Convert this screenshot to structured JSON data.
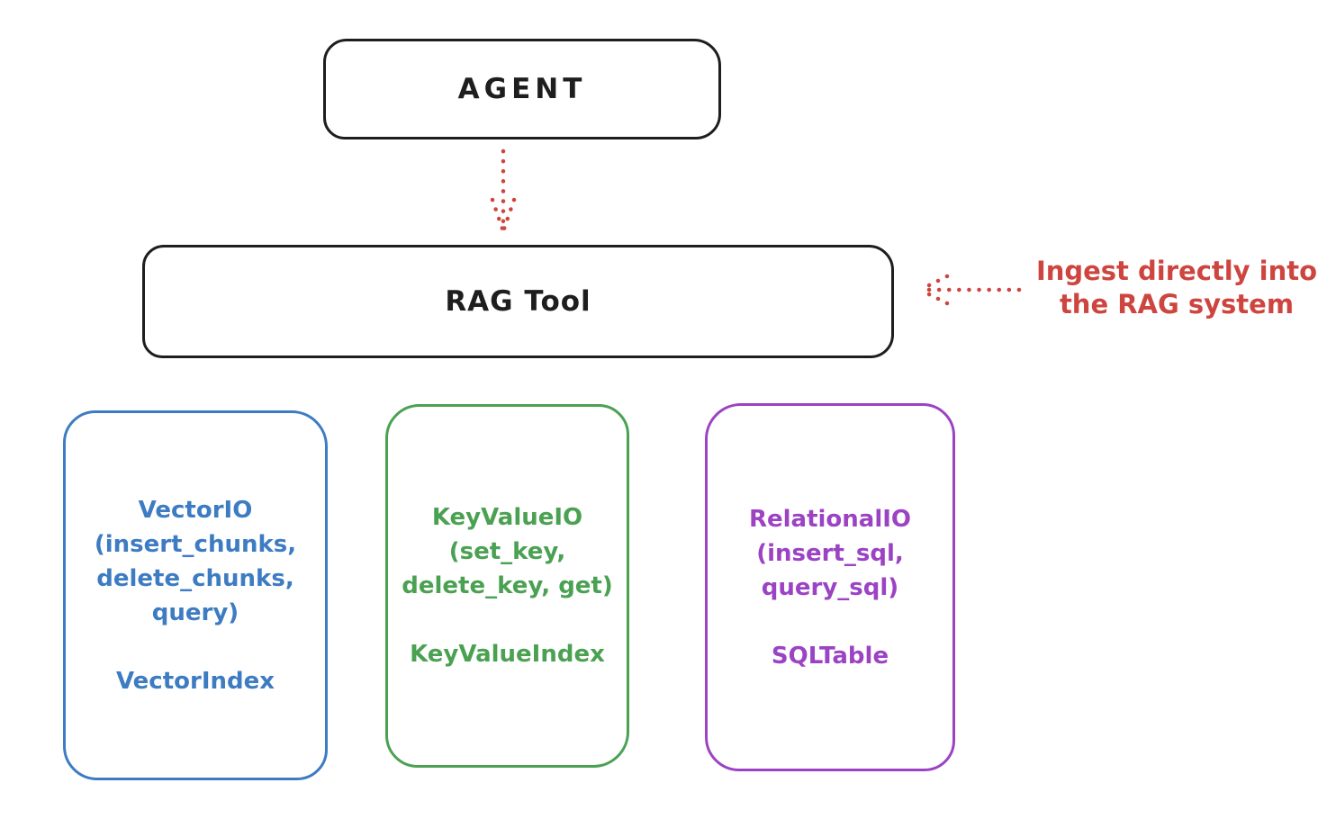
{
  "colors": {
    "stroke_black": "#1e1e1e",
    "red": "#ce453f",
    "blue": "#3d7cc2",
    "green": "#4ba152",
    "purple": "#9c43c4"
  },
  "agent_box": {
    "label": "AGENT"
  },
  "rag_tool_box": {
    "label": "RAG Tool"
  },
  "annotation": {
    "line1": "Ingest directly into",
    "line2": "the RAG system"
  },
  "cards": [
    {
      "name": "vector-io",
      "line1": "VectorIO",
      "line2": "(insert_chunks,",
      "line3": "delete_chunks,",
      "line4": "query)",
      "index_label": "VectorIndex"
    },
    {
      "name": "keyvalue-io",
      "line1": "KeyValueIO",
      "line2": "(set_key,",
      "line3": "delete_key, get)",
      "index_label": "KeyValueIndex"
    },
    {
      "name": "relational-io",
      "line1": "RelationalIO",
      "line2": "(insert_sql,",
      "line3": "query_sql)",
      "index_label": "SQLTable"
    }
  ]
}
